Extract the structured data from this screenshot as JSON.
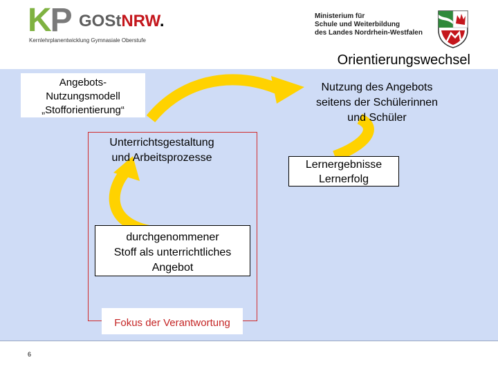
{
  "header": {
    "logo": {
      "k": "K",
      "p": "P",
      "gost": "GOSt",
      "nrw": "NRW",
      "dot": ".",
      "subtitle": "Kernlehrplanentwicklung Gymnasiale Oberstufe"
    },
    "ministry": {
      "line1": "Ministerium für",
      "line2": "Schule und Weiterbildung",
      "line3": "des Landes Nordrhein-Westfalen"
    }
  },
  "title": "Orientierungswechsel",
  "diagram": {
    "top_left": {
      "line1": "Angebots-",
      "line2": "Nutzungsmodell",
      "line3": "„Stofforientierung“"
    },
    "top_right": {
      "line1": "Nutzung des Angebots",
      "line2": "seitens der Schülerinnen",
      "line3": "und Schüler"
    },
    "middle": {
      "line1": "Unterrichtsgestaltung",
      "line2": "und Arbeitsprozesse"
    },
    "bottom": {
      "line1": "durchgenommener",
      "line2": "Stoff als unterrichtliches",
      "line3": "Angebot"
    },
    "right": {
      "line1": "Lernergebnisse",
      "line2": "Lernerfolg"
    },
    "focus_label": "Fokus der Verantwortung"
  },
  "colors": {
    "content_bg": "#cfdcf6",
    "arrow": "#ffd200",
    "frame": "#d12b2b"
  },
  "page_number": "6"
}
